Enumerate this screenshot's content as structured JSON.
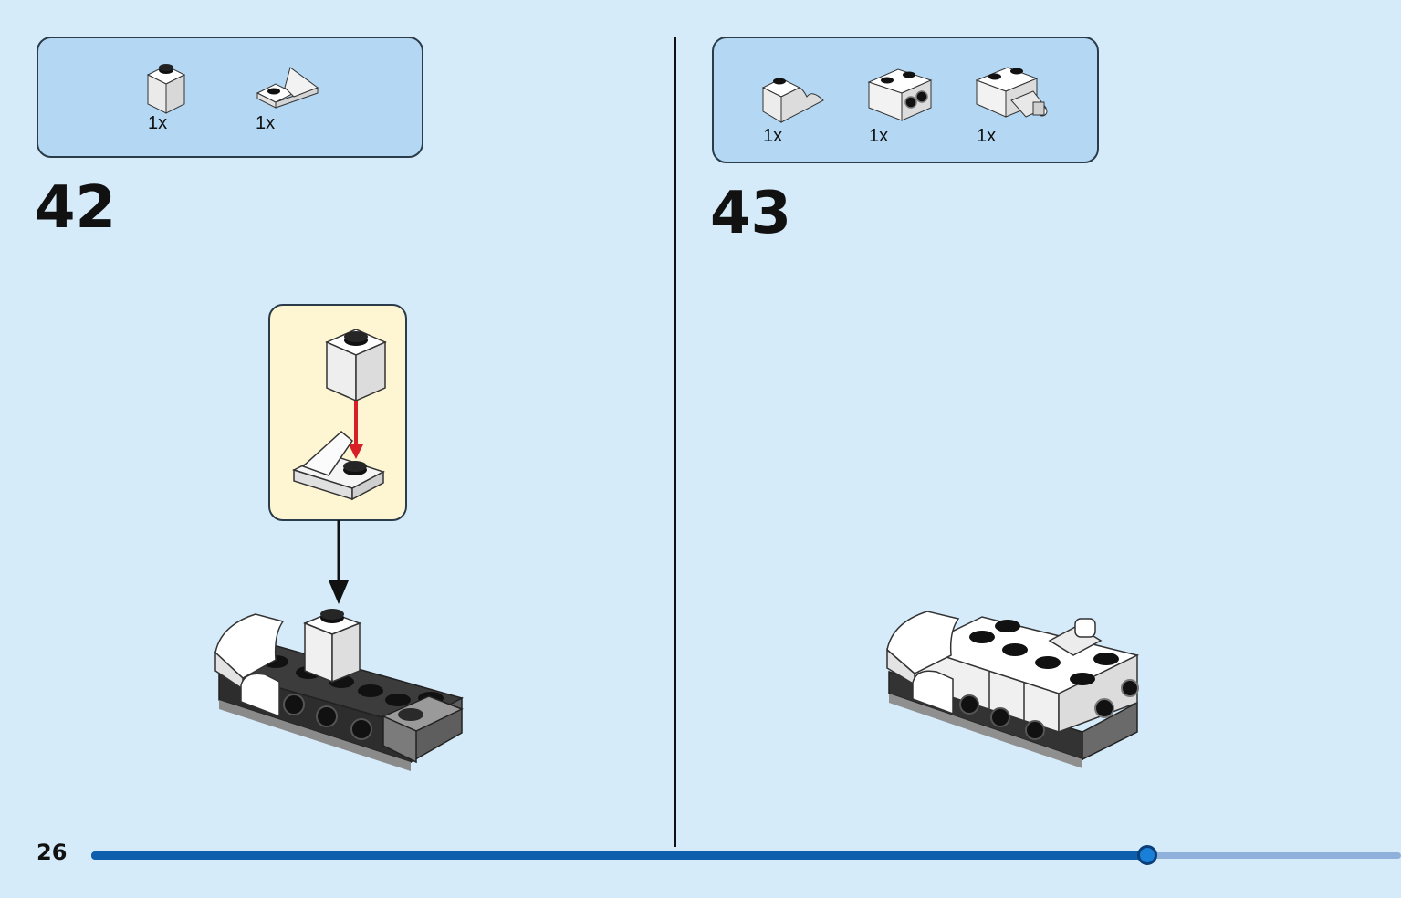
{
  "page_number": "26",
  "progress": {
    "fraction": 0.806
  },
  "steps": [
    {
      "number": "42",
      "parts": [
        {
          "icon": "white-brick-1x1",
          "qty": "1x"
        },
        {
          "icon": "white-angle-plate-1x2",
          "qty": "1x"
        }
      ]
    },
    {
      "number": "43",
      "parts": [
        {
          "icon": "white-slope-curved-1x2",
          "qty": "1x"
        },
        {
          "icon": "white-brick-1x2-with-studs-on-side",
          "qty": "1x"
        },
        {
          "icon": "white-brick-1x2-with-clip-element",
          "qty": "1x"
        }
      ]
    }
  ],
  "colors": {
    "page_background": "#d5ebfa",
    "parts_box": "#b4d8f3",
    "callout": "#fef6d3",
    "arrow_red": "#d61f26",
    "progress_fill": "#0d5fae",
    "progress_track": "#8fb0da"
  }
}
